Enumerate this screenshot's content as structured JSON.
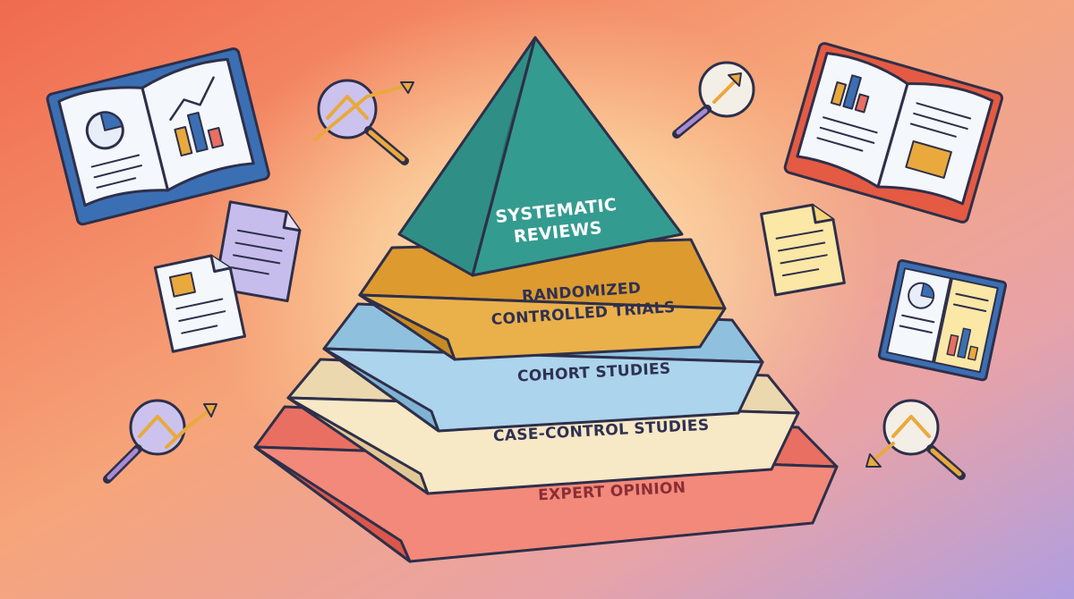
{
  "colors": {
    "bg_left": "#f2765a",
    "bg_center": "#fbd9a6",
    "bg_right": "#b8a4e0",
    "outline": "#2e2f4a",
    "teal": "#2f8f86",
    "teal_dark": "#1f6e67",
    "gold": "#e9a93c",
    "gold_dark": "#c98a24",
    "blue": "#a9d2ea",
    "blue_dark": "#7fb3d3",
    "cream": "#f6e6c4",
    "cream_dark": "#e4cc9d",
    "red": "#f08272",
    "red_dark": "#d9574c",
    "text_dark": "#2f3152",
    "text_light": "#ffffff"
  },
  "pyramid": {
    "apex": {
      "lines": [
        "SYSTEMATIC",
        "REVIEWS"
      ]
    },
    "tiers": [
      {
        "lines": [
          "RANDOMIZED",
          "CONTROLLED TRIALS"
        ]
      },
      {
        "lines": [
          "COHORT STUDIES"
        ]
      },
      {
        "lines": [
          "CASE-CONTROL STUDIES"
        ]
      },
      {
        "lines": [
          "EXPERT OPINION"
        ]
      }
    ]
  },
  "decorations": [
    {
      "icon": "open-book-chart-icon"
    },
    {
      "icon": "magnifier-trend-icon"
    },
    {
      "icon": "magnifier-arrow-icon"
    },
    {
      "icon": "open-book-bars-icon"
    },
    {
      "icon": "documents-icon"
    },
    {
      "icon": "note-icon"
    },
    {
      "icon": "report-icon"
    },
    {
      "icon": "magnifier-trend-icon"
    },
    {
      "icon": "magnifier-down-icon"
    }
  ]
}
